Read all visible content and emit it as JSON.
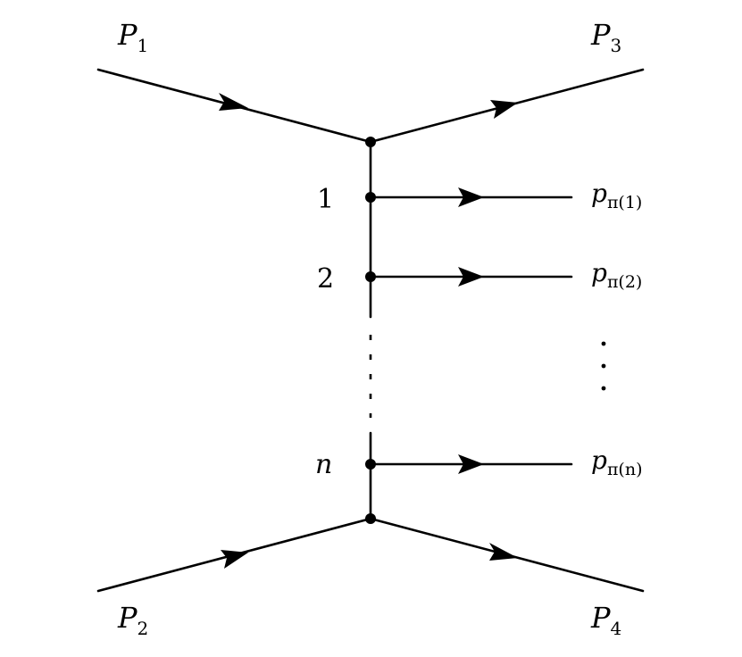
{
  "diagram": {
    "external_labels": {
      "P1": {
        "main": "P",
        "sub": "1"
      },
      "P2": {
        "main": "P",
        "sub": "2"
      },
      "P3": {
        "main": "P",
        "sub": "3"
      },
      "P4": {
        "main": "P",
        "sub": "4"
      }
    },
    "vertex_labels": [
      "1",
      "2",
      "n"
    ],
    "emitted": [
      {
        "main": "p",
        "sub": "π(1)"
      },
      {
        "main": "p",
        "sub": "π(2)"
      },
      {
        "main": "p",
        "sub": "π(n)"
      }
    ],
    "colors": {
      "ink": "#000000",
      "background": "#ffffff"
    }
  }
}
